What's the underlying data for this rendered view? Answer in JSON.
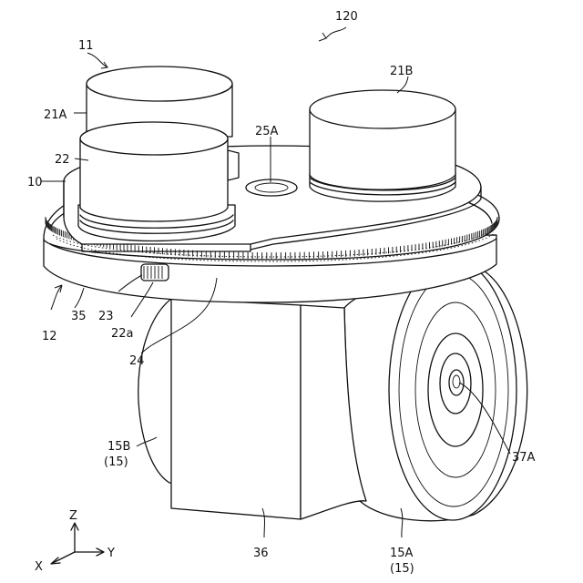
{
  "figure": {
    "labels": {
      "assembly": "120",
      "unit": "11",
      "motor_a": "21A",
      "motor_b": "21B",
      "member_22": "22",
      "hole": "25A",
      "plate": "10",
      "ring": "35",
      "base": "12",
      "pinion": "23",
      "pinion_shaft": "22a",
      "ring_gear": "24",
      "wheel_b_line1": "15B",
      "wheel_b_line2": "(15)",
      "axle": "37A",
      "body": "36",
      "wheel_a_line1": "15A",
      "wheel_a_line2": "(15)"
    },
    "axes": {
      "z": "Z",
      "y": "Y",
      "x": "X"
    }
  }
}
